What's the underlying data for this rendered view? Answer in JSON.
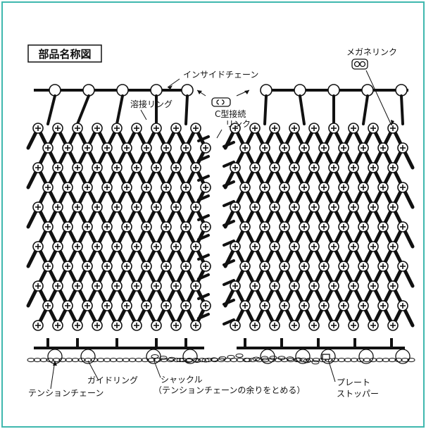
{
  "figure": {
    "title": "部品名称図",
    "border_color": "#3fb8ae",
    "chain_color": "#111111",
    "labels": {
      "inside_chain": "インサイドチェーン",
      "megane_link": "メガネリンク",
      "welded_ring": "溶接リング",
      "c_link_line1": "C型接続",
      "c_link_line2": "リンク",
      "guide_ring": "ガイドリング",
      "tension_chain": "テンションチェーン",
      "shackle_line1": "シャックル",
      "shackle_line2": "（テンションチェーンの余りをとめる）",
      "plate_line1": "プレート",
      "plate_line2": "ストッパー"
    },
    "icons": {
      "megane": "megane-link-icon",
      "c_link": "c-link-icon"
    }
  }
}
